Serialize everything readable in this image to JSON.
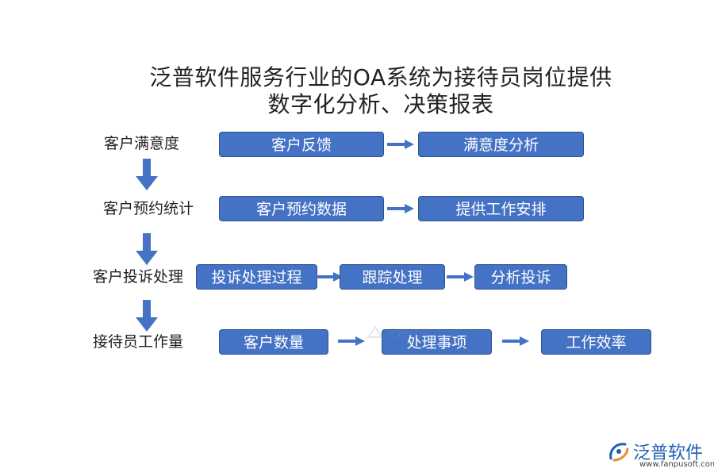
{
  "title": {
    "line1": "泛普软件服务行业的OA系统为接待员岗位提供",
    "line2": "数字化分析、决策报表"
  },
  "stages": [
    {
      "label": "客户满意度",
      "boxes": [
        "客户反馈",
        "满意度分析"
      ]
    },
    {
      "label": "客户预约统计",
      "boxes": [
        "客户预约数据",
        "提供工作安排"
      ]
    },
    {
      "label": "客户投诉处理",
      "boxes": [
        "投诉处理过程",
        "跟踪处理",
        "分析投诉"
      ]
    },
    {
      "label": "接待员工作量",
      "boxes": [
        "客户数量",
        "处理事项",
        "工作效率"
      ]
    }
  ],
  "colors": {
    "box_fill": "#4472C4",
    "box_border": "#2F528F",
    "arrow": "#4472C4",
    "logo": "#1f5fb3"
  },
  "icons": {
    "down_arrow": "down-arrow-icon",
    "right_arrow": "right-arrow-icon",
    "logo_mark": "fanpu-logo-icon"
  },
  "watermark": {
    "text": "泛普软件"
  },
  "logo": {
    "name": "泛普软件",
    "url": "www.fanpusoft.com"
  }
}
